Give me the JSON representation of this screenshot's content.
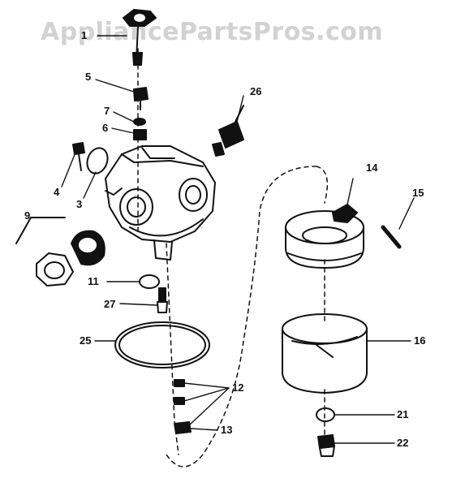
{
  "watermark": "AppliancePartsPros.com",
  "colors": {
    "ink": "#111111",
    "watermark": "#d2d2d2",
    "background": "#ffffff"
  },
  "callouts": [
    {
      "id": "c1",
      "text": "1"
    },
    {
      "id": "c5",
      "text": "5"
    },
    {
      "id": "c26",
      "text": "26"
    },
    {
      "id": "c7",
      "text": "7"
    },
    {
      "id": "c6",
      "text": "6"
    },
    {
      "id": "c4",
      "text": "4"
    },
    {
      "id": "c3",
      "text": "3"
    },
    {
      "id": "c9",
      "text": "9"
    },
    {
      "id": "c14",
      "text": "14"
    },
    {
      "id": "c15",
      "text": "15"
    },
    {
      "id": "c11",
      "text": "11"
    },
    {
      "id": "c27",
      "text": "27"
    },
    {
      "id": "c25",
      "text": "25"
    },
    {
      "id": "c16",
      "text": "16"
    },
    {
      "id": "c12",
      "text": "12"
    },
    {
      "id": "c13",
      "text": "13"
    },
    {
      "id": "c21",
      "text": "21"
    },
    {
      "id": "c22",
      "text": "22"
    }
  ]
}
